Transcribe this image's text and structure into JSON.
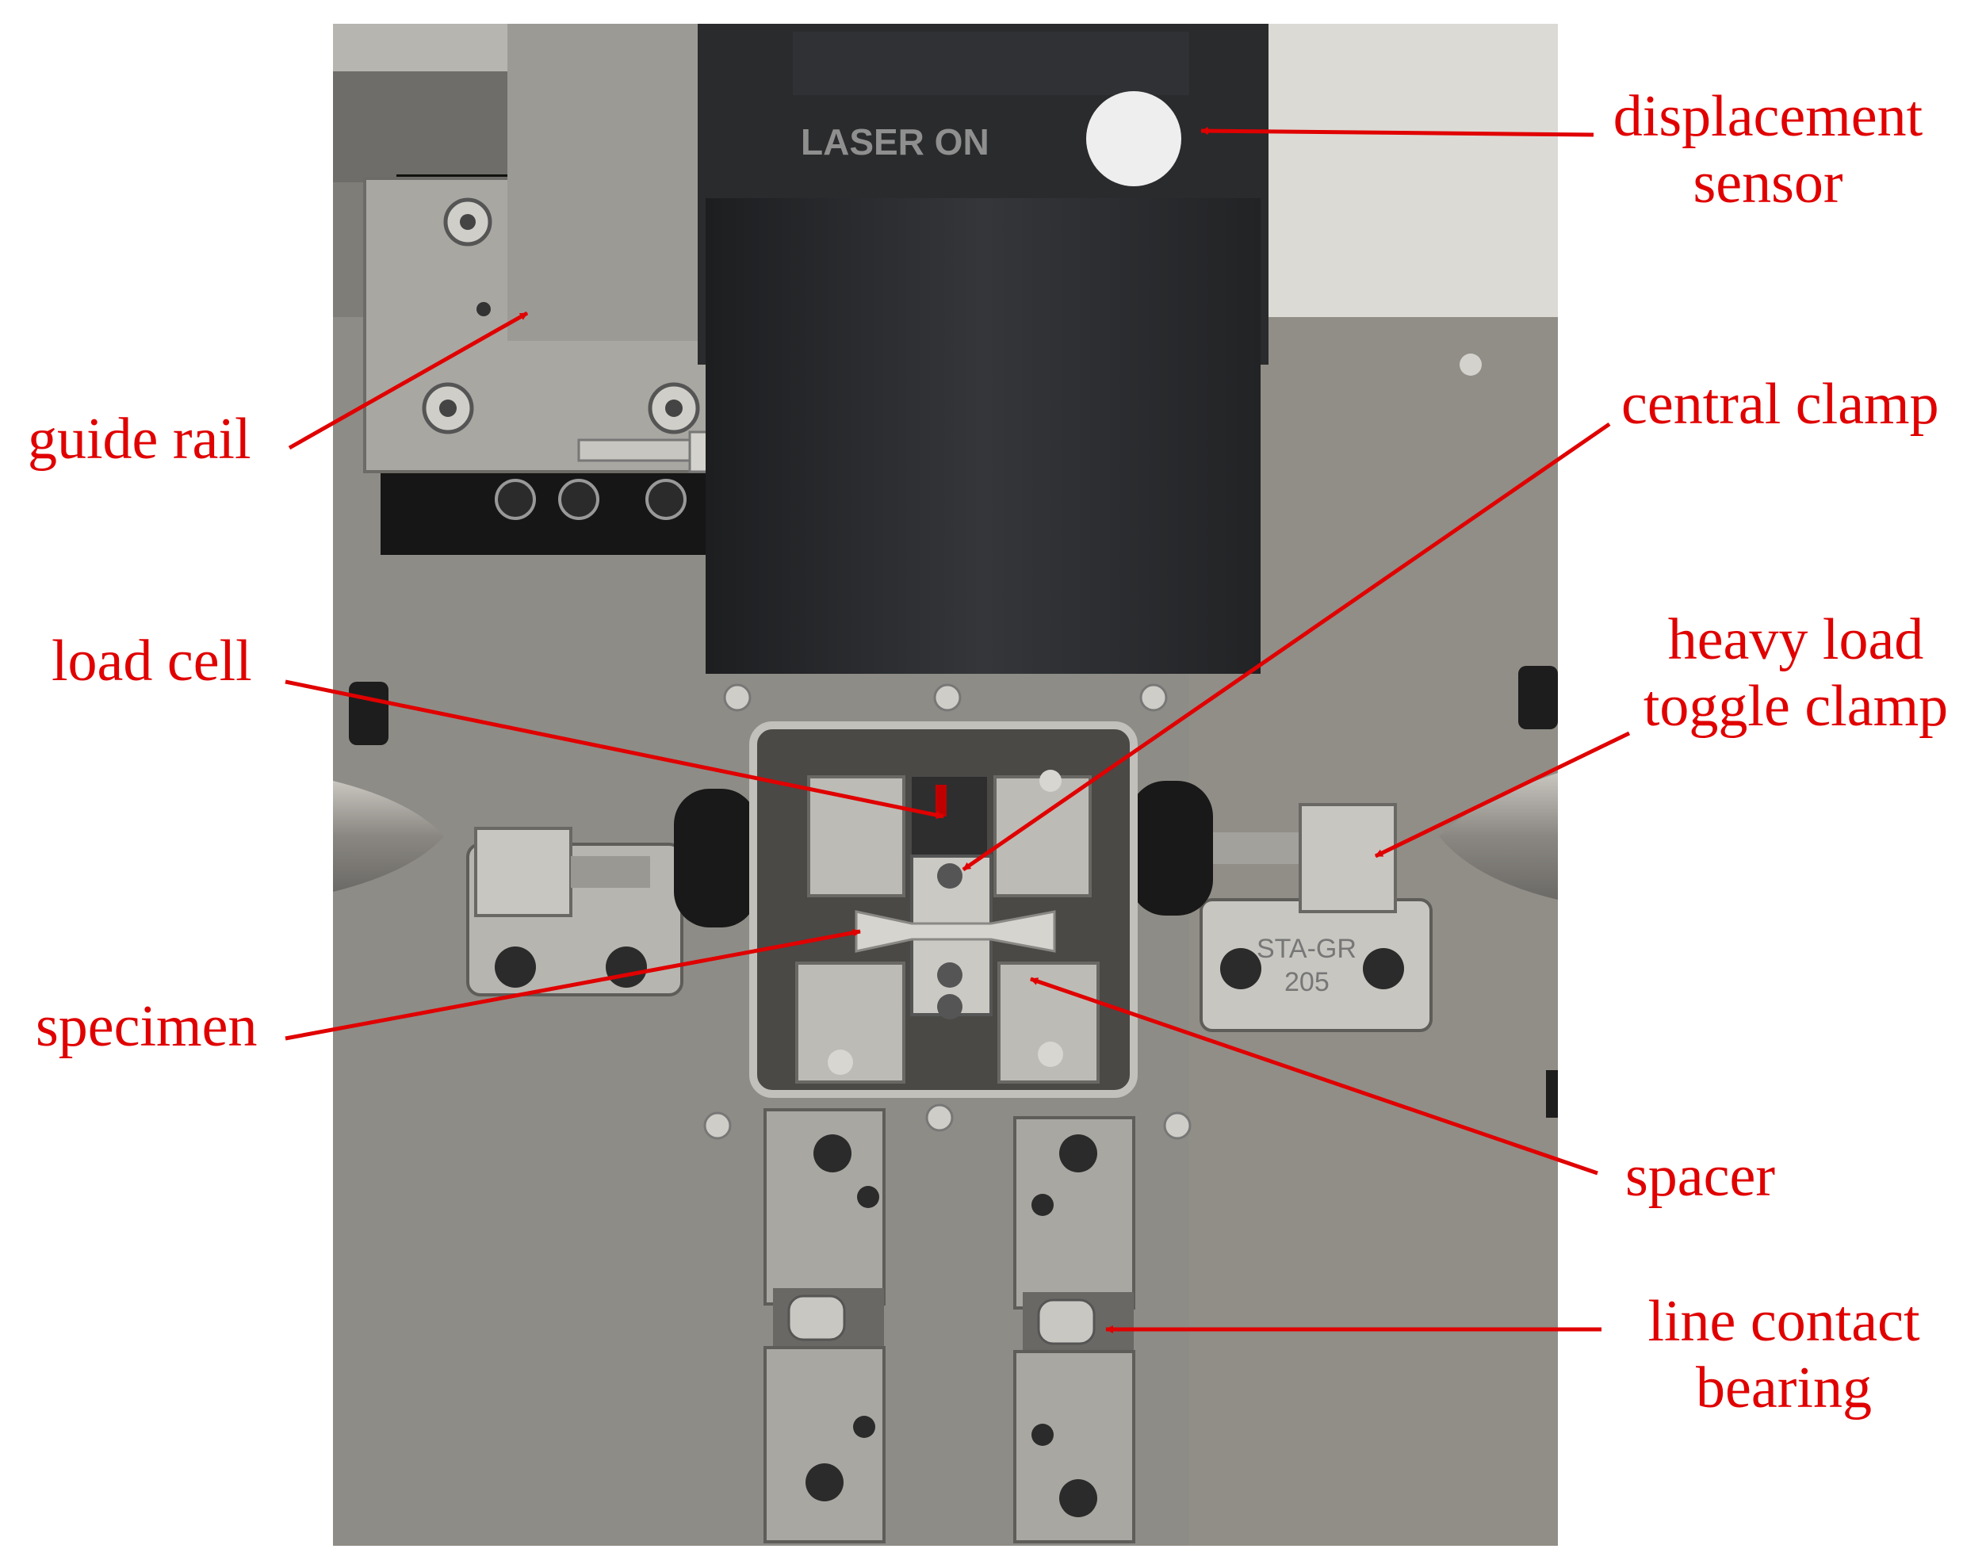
{
  "photo": {
    "sensor_text": "LASER ON",
    "clamp_plate_text": "STA-GR",
    "clamp_plate_code": "205"
  },
  "labels": {
    "displacement_sensor": {
      "line1": "displacement",
      "line2": "sensor"
    },
    "guide_rail": "guide rail",
    "central_clamp": "central clamp",
    "load_cell": "load cell",
    "heavy_load_toggle_clamp": {
      "line1": "heavy load",
      "line2": "toggle clamp"
    },
    "specimen": "specimen",
    "spacer": "spacer",
    "line_contact_bearing": {
      "line1": "line contact",
      "line2": "bearing"
    }
  },
  "colors": {
    "annotation": "#e00000",
    "plate": "#8e8c86",
    "sensor_body": "#2c2d2f",
    "steel": "#b9b8b3"
  }
}
